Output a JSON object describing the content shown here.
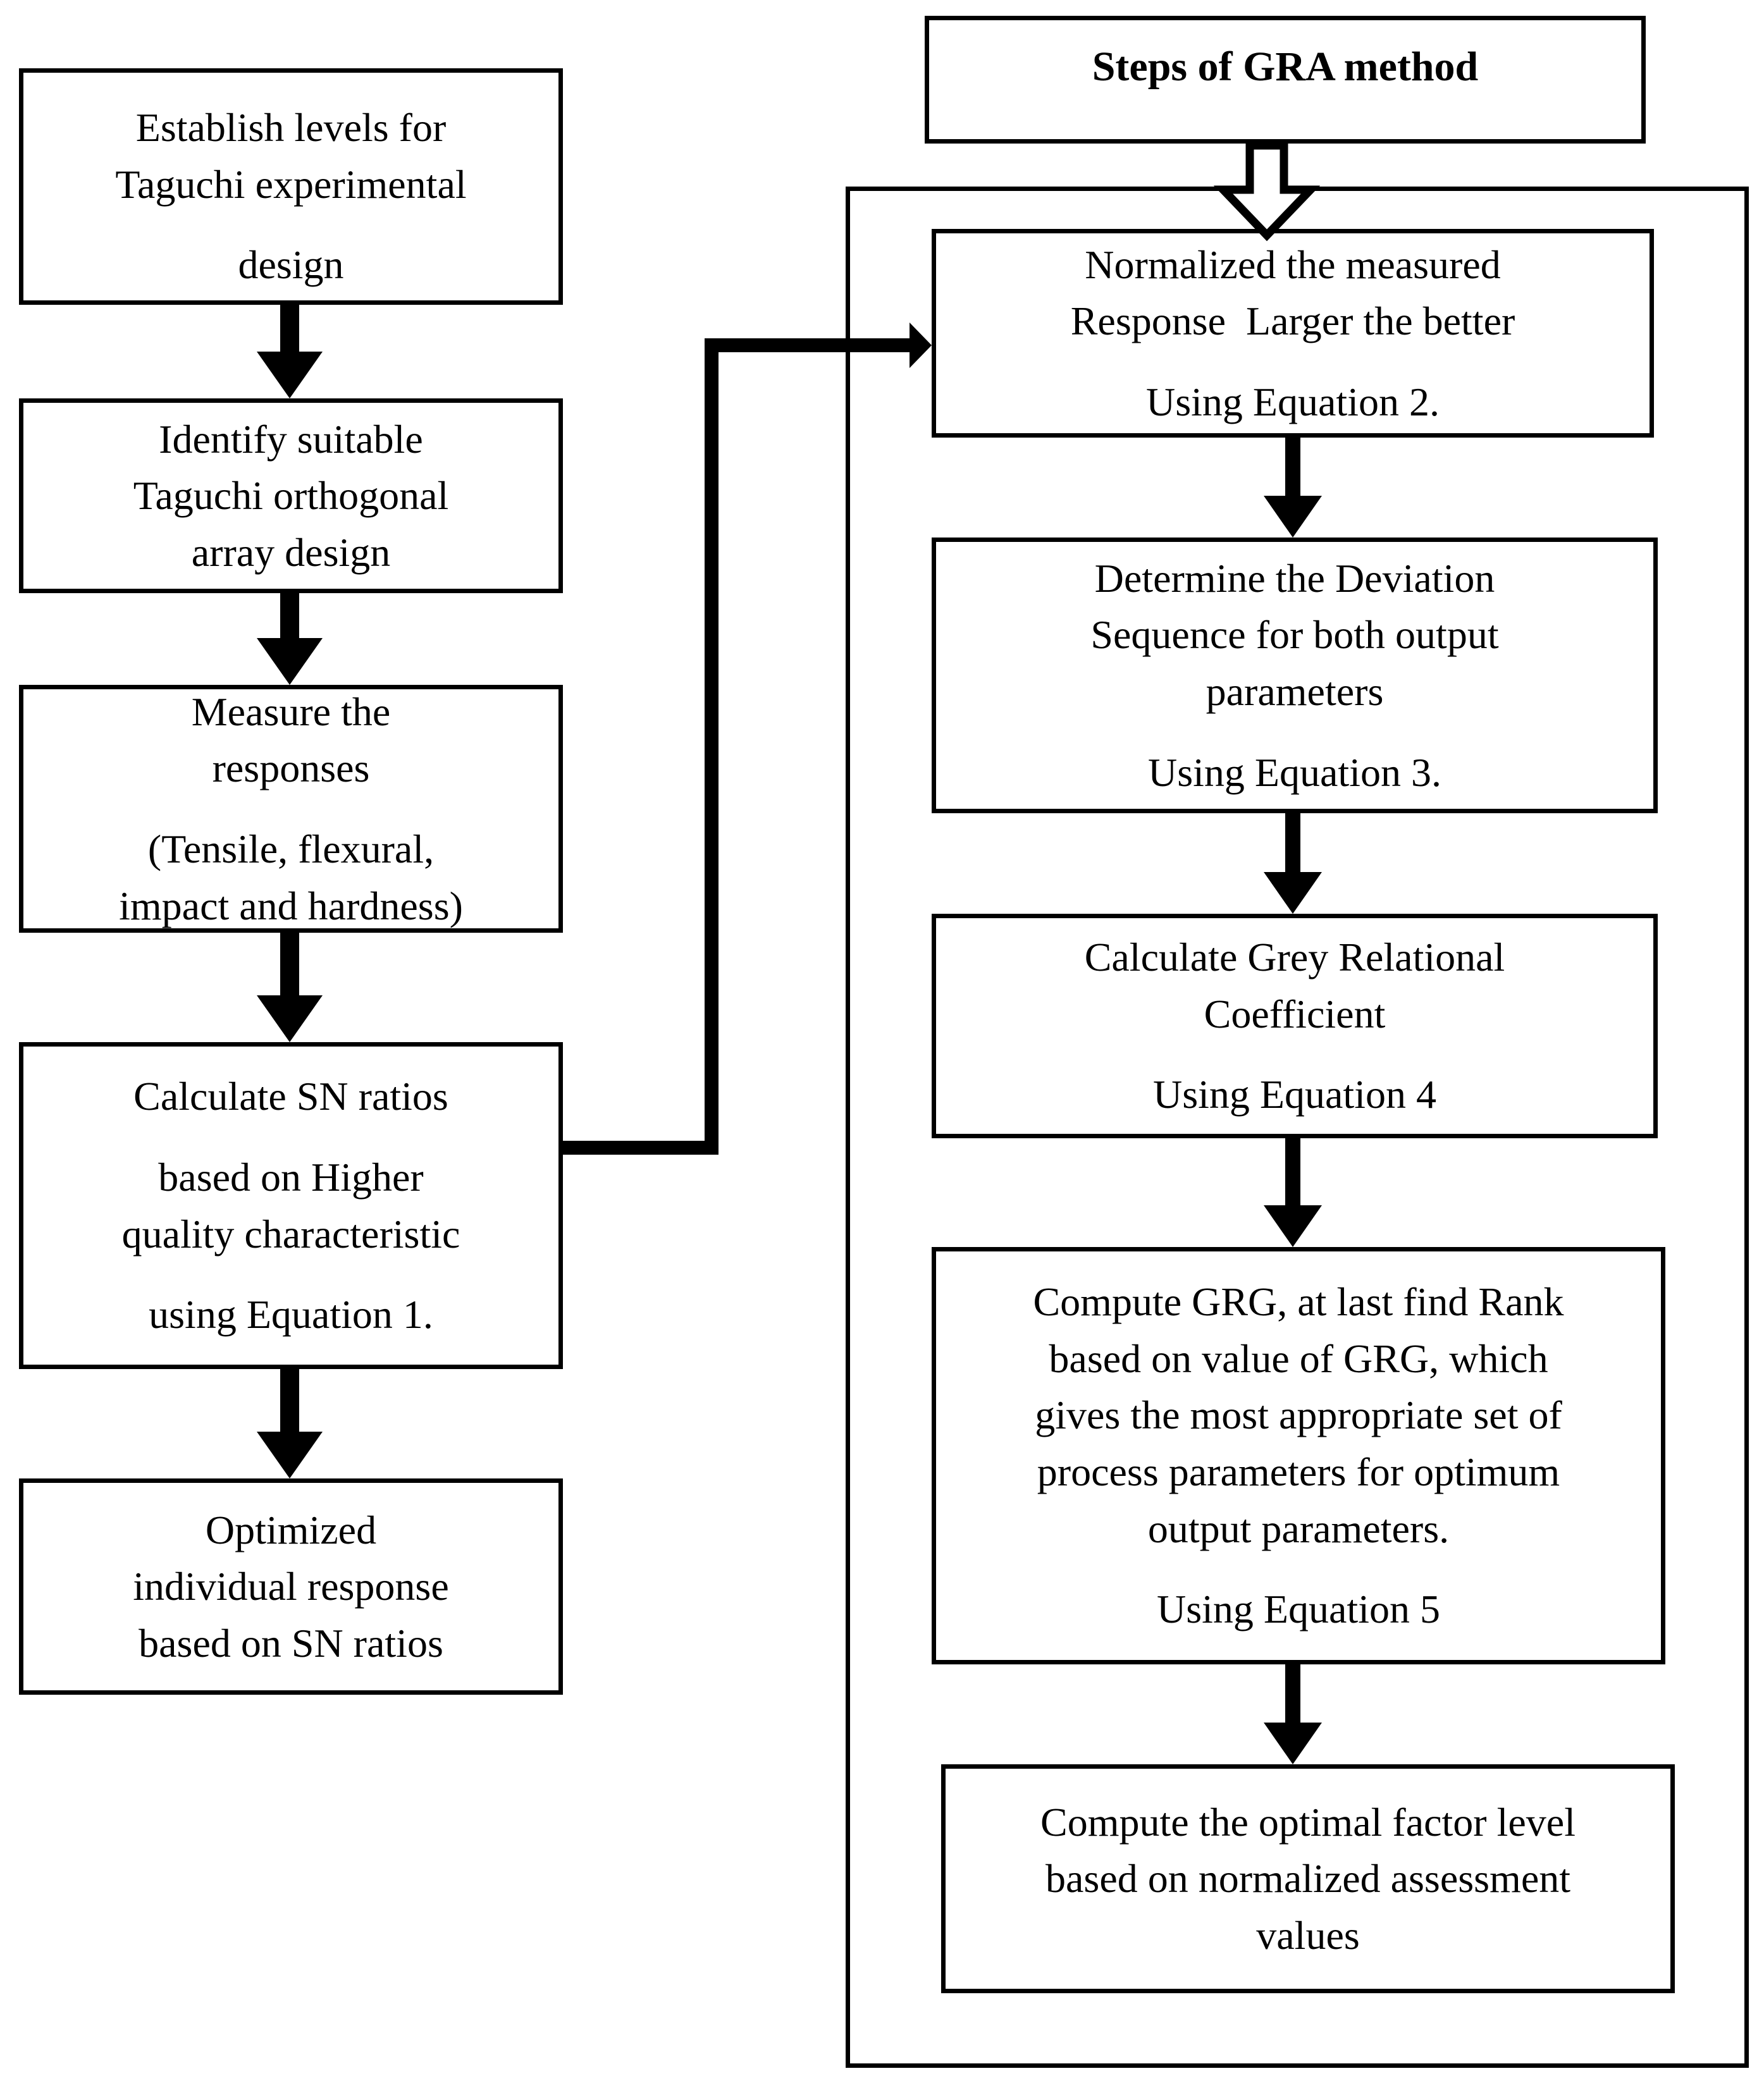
{
  "diagram": {
    "title": "Steps of GRA method",
    "colors": {
      "ink": "#000000",
      "paper": "#ffffff"
    },
    "left_flow": [
      {
        "id": "establish-levels",
        "paras": [
          "Establish levels for\nTaguchi experimental",
          "design"
        ]
      },
      {
        "id": "identify-array",
        "paras": [
          "Identify suitable\nTaguchi orthogonal\narray design"
        ]
      },
      {
        "id": "measure-responses",
        "paras": [
          "Measure the\nresponses",
          "(Tensile, flexural,\nimpact and hardness)"
        ]
      },
      {
        "id": "calculate-sn-ratios",
        "paras": [
          "Calculate SN ratios",
          "based on Higher\nquality characteristic",
          "using Equation 1."
        ]
      },
      {
        "id": "optimized-individual",
        "paras": [
          "Optimized\nindividual response\nbased on SN ratios"
        ]
      }
    ],
    "gra_steps": [
      {
        "id": "normalize",
        "paras": [
          "Normalized the measured\nResponse  Larger the better",
          "Using Equation 2."
        ]
      },
      {
        "id": "deviation-sequence",
        "paras": [
          "Determine the Deviation\nSequence for both output\nparameters",
          "Using Equation 3."
        ]
      },
      {
        "id": "grey-relational-coefficient",
        "paras": [
          "Calculate Grey Relational\nCoefficient",
          "Using Equation 4"
        ]
      },
      {
        "id": "compute-grg",
        "paras": [
          "Compute GRG, at last find Rank\nbased on value of GRG, which\ngives the most appropriate set of\nprocess parameters for optimum\noutput parameters.",
          "Using Equation 5"
        ]
      },
      {
        "id": "optimal-factor-level",
        "paras": [
          "Compute the optimal factor level\nbased on normalized assessment\nvalues"
        ]
      }
    ]
  }
}
